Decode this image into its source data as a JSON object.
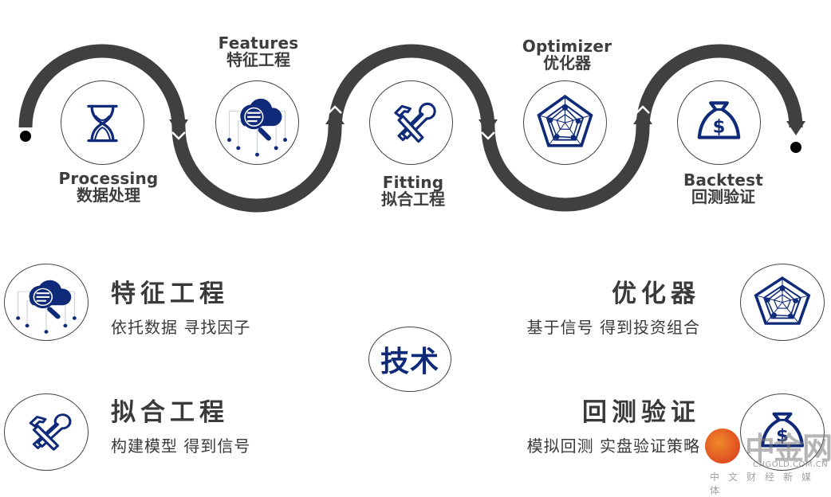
{
  "flow": {
    "steps": [
      {
        "en": "Processing",
        "zh": "数据处理",
        "icon": "hourglass-icon"
      },
      {
        "en": "Features",
        "zh": "特征工程",
        "icon": "cloud-search-icon"
      },
      {
        "en": "Fitting",
        "zh": "拟合工程",
        "icon": "tools-icon"
      },
      {
        "en": "Optimizer",
        "zh": "优化器",
        "icon": "radar-chart-icon"
      },
      {
        "en": "Backtest",
        "zh": "回测验证",
        "icon": "money-bag-icon"
      }
    ],
    "arrow_color": "#404040",
    "icon_color": "#0f2a78"
  },
  "center": {
    "label": "技术"
  },
  "features": [
    {
      "title": "特征工程",
      "desc": "依托数据 寻找因子",
      "icon": "cloud-search-icon"
    },
    {
      "title": "拟合工程",
      "desc": "构建模型 得到信号",
      "icon": "tools-icon"
    },
    {
      "title": "优化器",
      "desc": "基于信号 得到投资组合",
      "icon": "radar-chart-icon"
    },
    {
      "title": "回测验证",
      "desc": "模拟回测 实盘验证策略",
      "icon": "money-bag-icon"
    }
  ],
  "watermark": {
    "brand": "中金网",
    "url": "CNGOLD.COM.CN",
    "tagline": "中文财经新媒体"
  }
}
